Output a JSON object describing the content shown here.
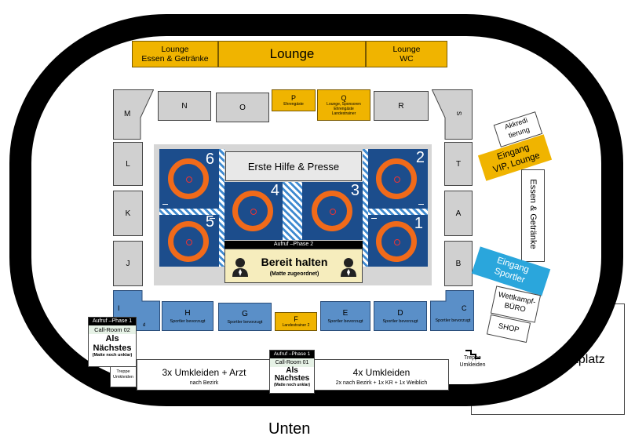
{
  "lounge_left": [
    "Lounge",
    "Essen & Getränke"
  ],
  "lounge_center": "Lounge",
  "lounge_right": [
    "Lounge",
    "WC"
  ],
  "blocks": {
    "M": "M",
    "N": "N",
    "O": "O",
    "R": "R",
    "S": "S",
    "L": "L",
    "T": "T",
    "K": "K",
    "A": "A",
    "J": "J",
    "B": "B"
  },
  "block_p": {
    "letter": "P",
    "note": "Ehrengäste"
  },
  "block_q": {
    "letter": "Q",
    "note1": "Lounge, Sponsoren",
    "note2": "Ehrengäste",
    "note3": "Landestrainer"
  },
  "block_f": {
    "letter": "F",
    "note": "Landestrainer 2"
  },
  "blue_blocks": {
    "h": {
      "letter": "H",
      "note": "Sportler bevorzugt"
    },
    "g": {
      "letter": "G",
      "note": "Sportler bevorzugt"
    },
    "e": {
      "letter": "E",
      "note": "Sportler bevorzugt"
    },
    "d": {
      "letter": "D",
      "note": "Sportler bevorzugt"
    },
    "c": {
      "letter": "C",
      "note": "Sportler bevorzugt"
    },
    "i": {
      "letter": "I",
      "note": "d"
    }
  },
  "mats": [
    "1",
    "2",
    "3",
    "4",
    "5",
    "6"
  ],
  "first_aid": "Erste Hilfe & Presse",
  "call_phase2": "Aufruf –Phase 2",
  "bereit": {
    "title": "Bereit halten",
    "sub": "(Matte zugeordnet)"
  },
  "akkreditierung": [
    "Akkredi",
    "tierung"
  ],
  "eingang_vip": [
    "Eingang",
    "VIP, Lounge"
  ],
  "essen_right": "Essen & Getränke",
  "eingang_sportler": [
    "Eingang",
    "Sportler"
  ],
  "wettkampf": [
    "Wettkampf-",
    "BÜRO"
  ],
  "shop": "SHOP",
  "parkplatz": "Parkplatz",
  "callroom_left": {
    "phase": "Aufruf –Phase 1",
    "room": "Call-Room 02",
    "als1": "Als",
    "als2": "Nächstes",
    "sub": "(Matte noch unklar)"
  },
  "callroom_mid": {
    "phase": "Aufruf –Phase 1",
    "room": "Call-Room 01",
    "als1": "Als",
    "als2": "Nächstes",
    "sub": "(Matte noch unklar)"
  },
  "treppe_left": [
    "Treppe",
    "Umkleiden"
  ],
  "treppe_right": [
    "Treppe",
    "Umkleiden"
  ],
  "umkleiden_left": {
    "title": "3x Umkleiden + Arzt",
    "sub": "nach Bezirk"
  },
  "umkleiden_right": {
    "title": "4x Umkleiden",
    "sub": "2x nach Bezirk + 1x KR + 1x Weiblich"
  },
  "unten": "Unten"
}
